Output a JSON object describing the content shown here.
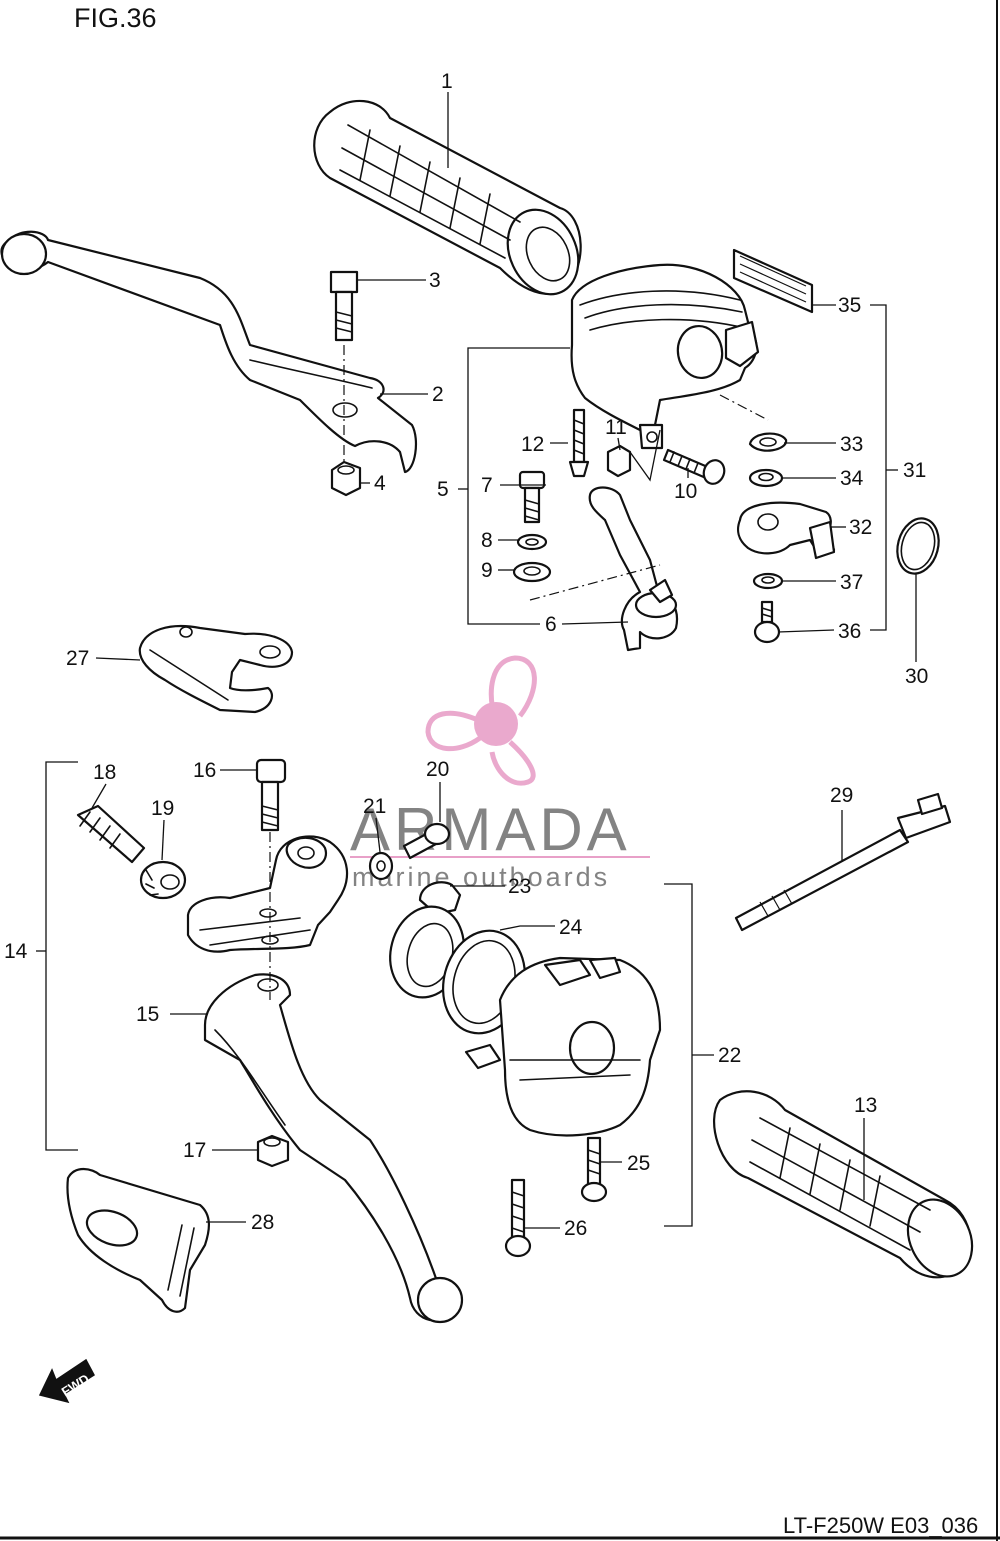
{
  "figure": {
    "title": "FIG.36",
    "code": "LT-F250W E03_036"
  },
  "watermark": {
    "brand": "ARMADA",
    "tagline": "marine outboards",
    "colors": {
      "logo": "#e8a0c8",
      "text": "#6d6d6d"
    }
  },
  "fwd_badge": {
    "label": "FWD"
  },
  "callouts": {
    "c1": "1",
    "c2": "2",
    "c3": "3",
    "c4": "4",
    "c5": "5",
    "c6": "6",
    "c7": "7",
    "c8": "8",
    "c9": "9",
    "c10": "10",
    "c11": "11",
    "c12": "12",
    "c13": "13",
    "c14": "14",
    "c15": "15",
    "c16": "16",
    "c17": "17",
    "c18": "18",
    "c19": "19",
    "c20": "20",
    "c21": "21",
    "c22": "22",
    "c23": "23",
    "c24": "24",
    "c25": "25",
    "c26": "26",
    "c27": "27",
    "c28": "28",
    "c29": "29",
    "c30": "30",
    "c31": "31",
    "c32": "32",
    "c33": "33",
    "c34": "34",
    "c35": "35",
    "c36": "36",
    "c37": "37"
  }
}
